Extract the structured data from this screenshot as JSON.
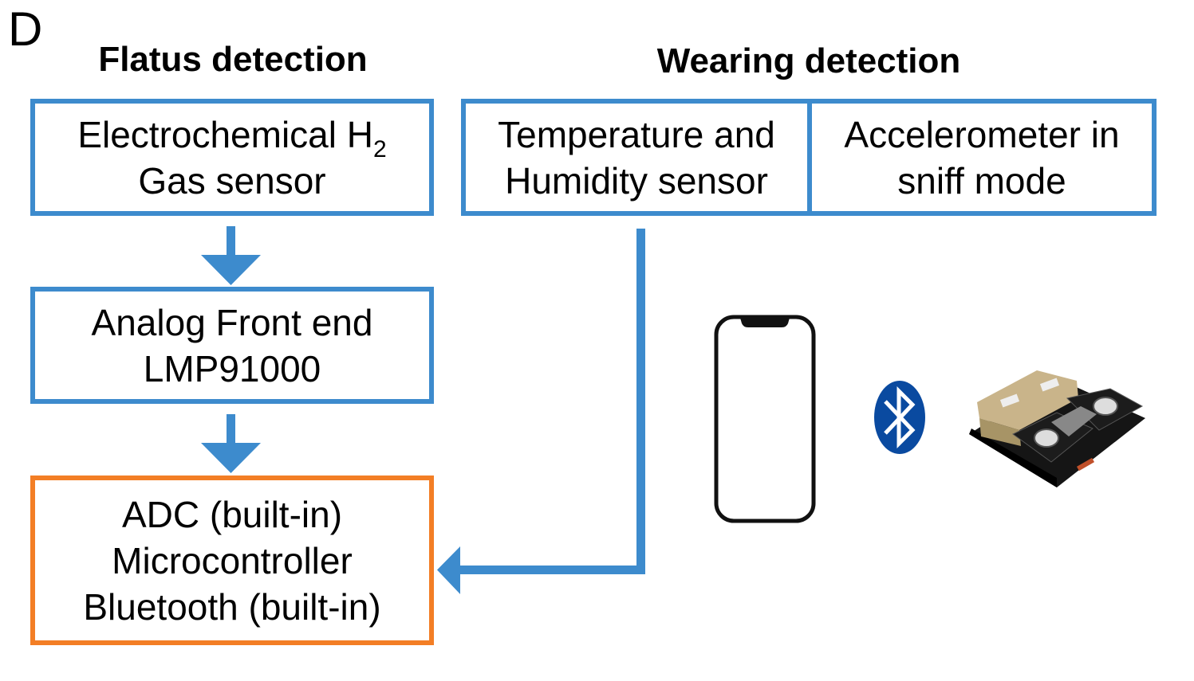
{
  "panel_label": "D",
  "sections": {
    "flatus": {
      "title": "Flatus detection"
    },
    "wearing": {
      "title": "Wearing detection"
    }
  },
  "boxes": {
    "gas_sensor": {
      "line1_main": "Electrochemical H",
      "line1_sub": "2",
      "line2": "Gas sensor"
    },
    "afe": {
      "line1": "Analog Front end",
      "line2": "LMP91000"
    },
    "mcu": {
      "line1": "ADC (built-in)",
      "line2": "Microcontroller",
      "line3": "Bluetooth (built-in)"
    },
    "temp_humidity": {
      "line1": "Temperature and",
      "line2": "Humidity sensor"
    },
    "accelerometer": {
      "line1": "Accelerometer in",
      "line2": "sniff mode"
    }
  },
  "icons": [
    "smartphone-icon",
    "bluetooth-icon",
    "sensor-device-icon"
  ],
  "colors": {
    "blue": "#3d8bcd",
    "orange": "#f37e25",
    "bluetooth": "#0a4aa0"
  }
}
